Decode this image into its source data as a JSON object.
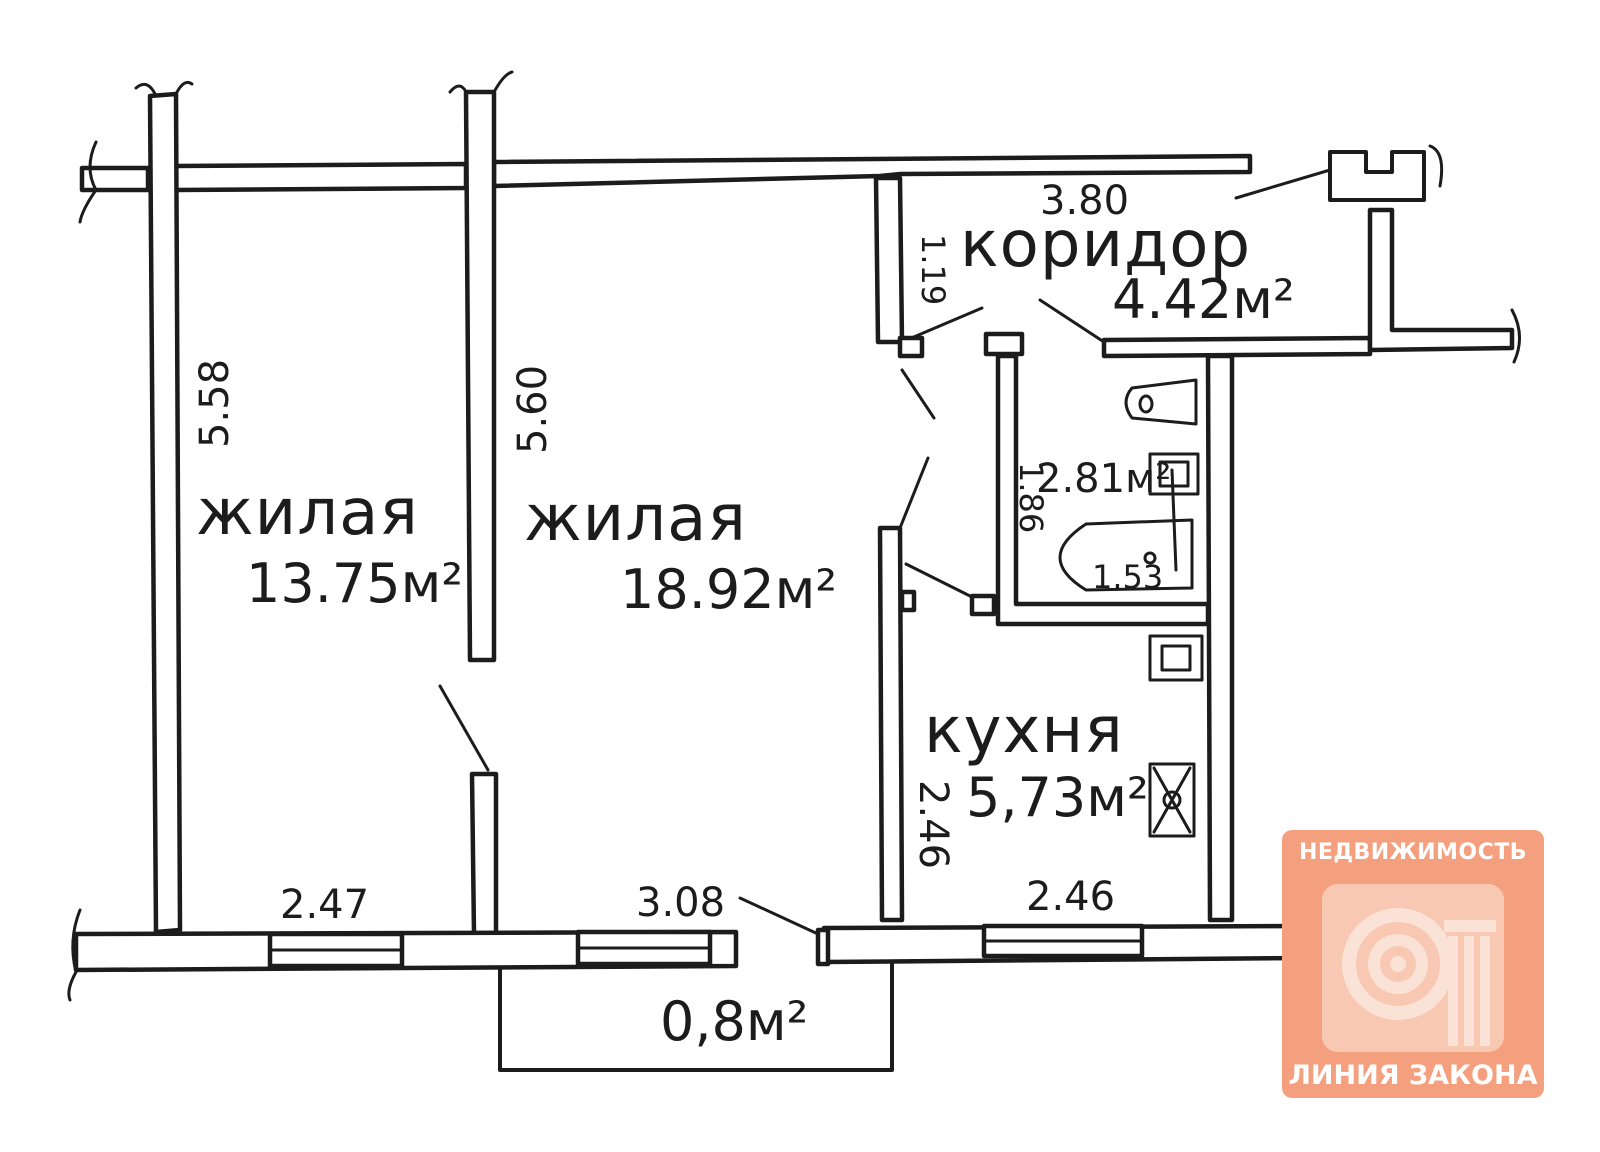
{
  "rooms": {
    "living_left": {
      "name": "жилая",
      "area": "13.75м²"
    },
    "living_mid": {
      "name": "жилая",
      "area": "18.92м²"
    },
    "corridor": {
      "name": "коридор",
      "area": "4.42м²"
    },
    "kitchen": {
      "name": "кухня",
      "area": "5,73м²"
    },
    "bathroom": {
      "area": "2.81м²"
    },
    "balcony": {
      "area": "0,8м²"
    }
  },
  "dimensions": {
    "left_room_length": "5.58",
    "mid_room_length": "5.60",
    "left_room_width": "2.47",
    "mid_room_width": "3.08",
    "kitchen_width": "2.46",
    "kitchen_length": "2.46",
    "corridor_length": "3.80",
    "corridor_width": "1.19",
    "bath_width": "1.86",
    "bath_length": "1.53"
  },
  "watermark": {
    "top_text": "НЕДВИЖИМОСТЬ",
    "bottom_text": "ЛИНИЯ ЗАКОНА",
    "icon": "ionic-column-logo-icon",
    "color": "#f4a07f"
  }
}
